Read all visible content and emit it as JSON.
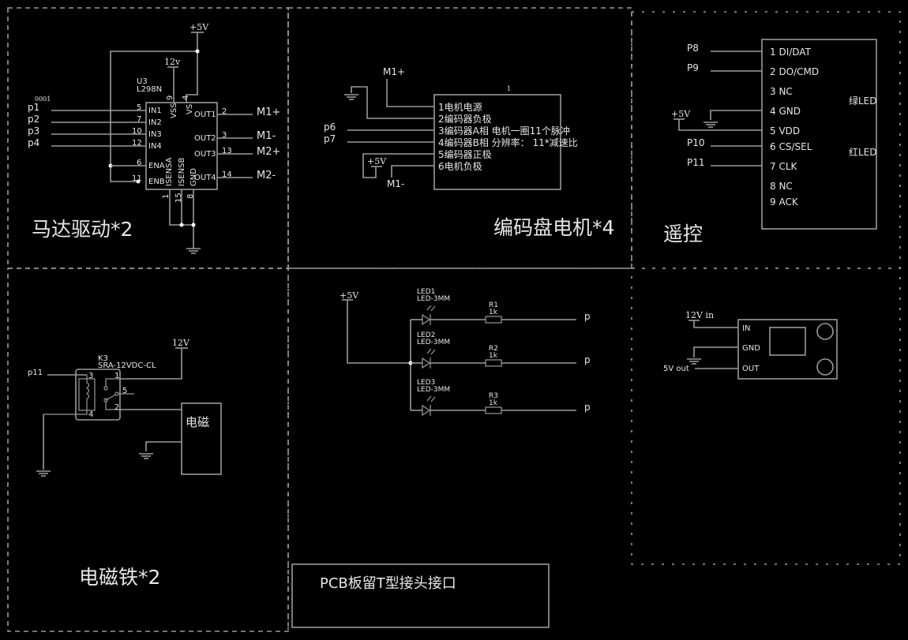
{
  "sections": {
    "motor_driver": {
      "title": "马达驱动*2",
      "designator": "U3",
      "part": "L298N",
      "ref_tag": "0001",
      "power_5v": "+5V",
      "power_12v": "12v",
      "inputs": [
        "p1",
        "p2",
        "p3",
        "p4"
      ],
      "left_pins": [
        {
          "num": "5",
          "name": "IN1"
        },
        {
          "num": "7",
          "name": "IN2"
        },
        {
          "num": "10",
          "name": "IN3"
        },
        {
          "num": "12",
          "name": "IN4"
        },
        {
          "num": "6",
          "name": "ENA"
        },
        {
          "num": "11",
          "name": "ENB"
        }
      ],
      "top_pins": [
        {
          "num": "9",
          "name": "VSS"
        },
        {
          "num": "4",
          "name": "VS"
        }
      ],
      "bottom_pins": [
        {
          "num": "1",
          "name": "ISENSA"
        },
        {
          "num": "15",
          "name": "ISENSB"
        },
        {
          "num": "8",
          "name": "GND"
        }
      ],
      "right_pins": [
        {
          "num": "2",
          "name": "OUT1",
          "net": "M1+"
        },
        {
          "num": "3",
          "name": "OUT2",
          "net": "M1-"
        },
        {
          "num": "13",
          "name": "OUT3",
          "net": "M2+"
        },
        {
          "num": "14",
          "name": "OUT4",
          "net": "M2-"
        }
      ]
    },
    "encoder_motor": {
      "title": "编码盘电机*4",
      "ref_tag": "1",
      "net_top": "M1+",
      "net_bottom": "M1-",
      "power_5v": "+5V",
      "inputs": [
        "p6",
        "p7"
      ],
      "pins": [
        "1电机电源",
        "2编码器负极",
        "3编码器A相 电机一圈11个脉冲",
        "4编码器B相 分辨率： 11*减速比",
        "5编码器正极",
        "6电机负极"
      ]
    },
    "remote": {
      "title": "遥控",
      "power_5v": "+5V",
      "nets": [
        "P8",
        "P9",
        "P10",
        "P11"
      ],
      "pins": [
        "1 DI/DAT",
        "2 DO/CMD",
        "3 NC",
        "4 GND",
        "5 VDD",
        "6 CS/SEL",
        "7 CLK",
        "8 NC",
        "9 ACK"
      ],
      "leds": [
        "绿LED",
        "红LED"
      ]
    },
    "electromagnet": {
      "title": "电磁铁*2",
      "designator": "K3",
      "part": "SRA-12VDC-CL",
      "input": "p11",
      "power_12v": "12V",
      "relay_pins": [
        "3",
        "1",
        "5",
        "2",
        "4"
      ],
      "load_label": "电磁"
    },
    "led_indicators": {
      "power_5v": "+5V",
      "leds": [
        {
          "designator": "LED1",
          "part": "LED-3MM",
          "resistor": "R1",
          "value": "1k",
          "net": "p"
        },
        {
          "designator": "LED2",
          "part": "LED-3MM",
          "resistor": "R2",
          "value": "1k",
          "net": "p"
        },
        {
          "designator": "LED3",
          "part": "LED-3MM",
          "resistor": "R3",
          "value": "1k",
          "net": "p"
        }
      ]
    },
    "regulator": {
      "input_label": "12V in",
      "output_label": "5V out",
      "pins": [
        "IN",
        "GND",
        "OUT"
      ]
    },
    "pcb_note": {
      "text": "PCB板留T型接头接口"
    }
  }
}
